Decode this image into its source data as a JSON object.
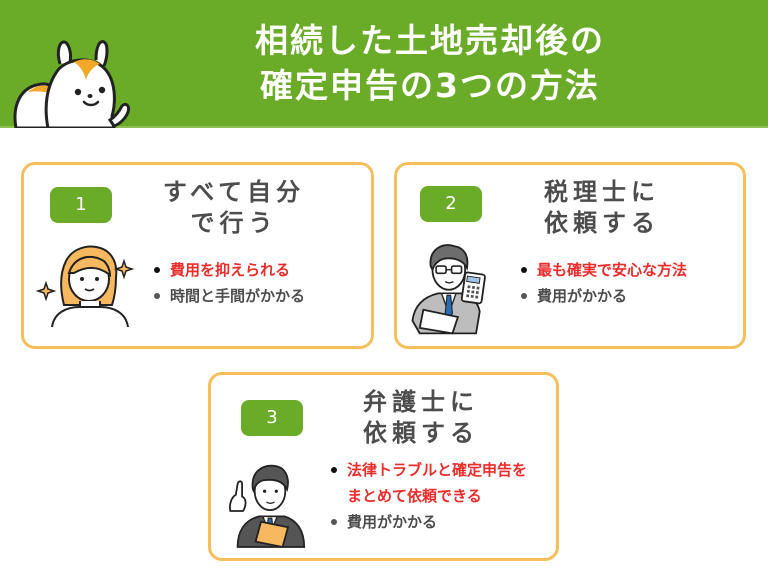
{
  "header": {
    "title_line1": "相続した土地売却後の",
    "title_line2": "確定申告の3つの方法",
    "background_color": "#6aac27",
    "mascot_icon": "squirrel-mascot-icon"
  },
  "colors": {
    "card_border": "#f7bf5b",
    "badge": "#6aac27",
    "pro_text": "#ee2b2b",
    "con_text": "#4d4d4d"
  },
  "methods": [
    {
      "number": "1",
      "title_line1": "すべて自分",
      "title_line2": "で行う",
      "illustration": "woman-sparkle-icon",
      "pros": [
        "費用を抑えられる"
      ],
      "cons": [
        "時間と手間がかかる"
      ]
    },
    {
      "number": "2",
      "title_line1": "税理士に",
      "title_line2": "依頼する",
      "illustration": "tax-accountant-calculator-icon",
      "pros": [
        "最も確実で安心な方法"
      ],
      "cons": [
        "費用がかかる"
      ]
    },
    {
      "number": "3",
      "title_line1": "弁護士に",
      "title_line2": "依頼する",
      "illustration": "lawyer-pointing-icon",
      "pros": [
        "法律トラブルと確定申告を",
        "まとめて依頼できる"
      ],
      "cons": [
        "費用がかかる"
      ]
    }
  ]
}
